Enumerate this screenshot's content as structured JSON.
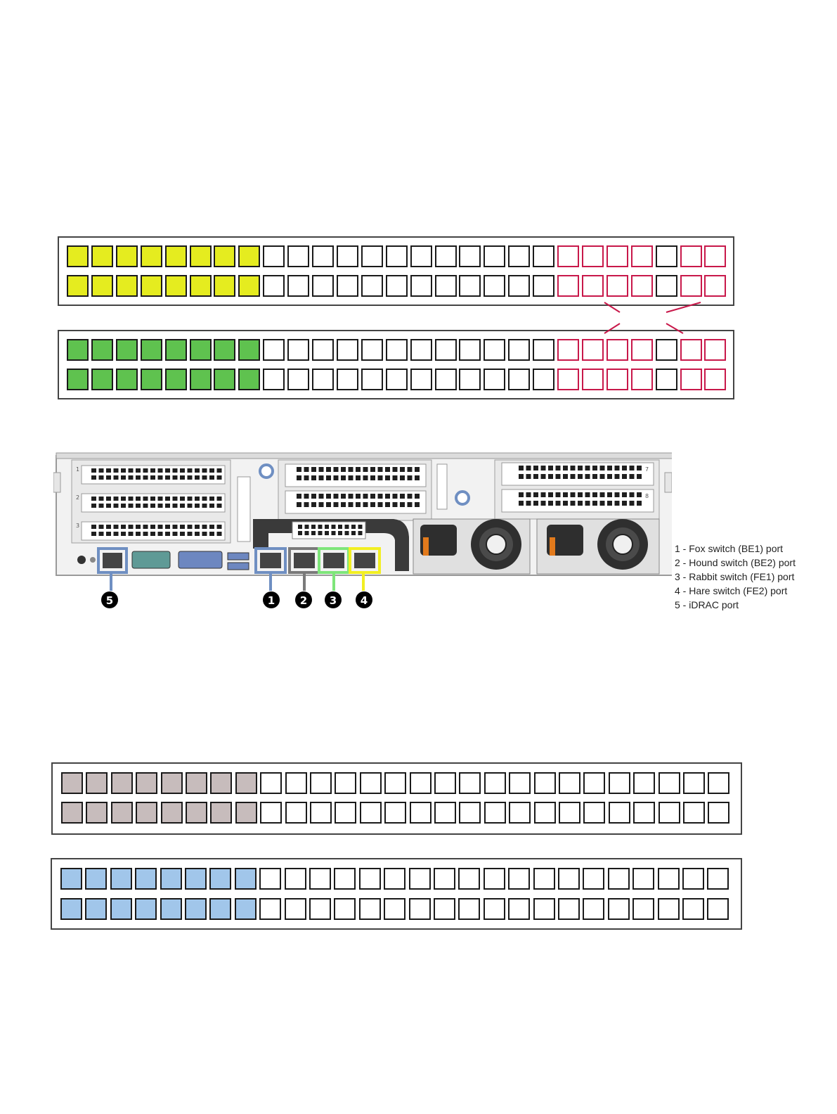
{
  "colors": {
    "fox": "#e5ec1f",
    "hound": "#5fc24f",
    "rabbit": "#c7bcbc",
    "hare": "#a1c6ea",
    "vlt": "#c8184a",
    "port_empty": "#ffffff",
    "callout_1": "#6f8fc2",
    "callout_2": "#7a7a7a",
    "callout_3": "#7ee57a",
    "callout_4": "#f2ef22",
    "callout_5": "#6f8fc2"
  },
  "switches": [
    {
      "id": "fox",
      "ports_per_row": 27,
      "colored": 8,
      "vlt_ports": [
        21,
        22,
        23,
        24,
        26,
        27
      ]
    },
    {
      "id": "hound",
      "ports_per_row": 27,
      "colored": 8,
      "vlt_ports": [
        21,
        22,
        23,
        24,
        26,
        27
      ]
    },
    {
      "id": "rabbit",
      "ports_per_row": 27,
      "colored": 8,
      "vlt_ports": []
    },
    {
      "id": "hare",
      "ports_per_row": 27,
      "colored": 8,
      "vlt_ports": []
    }
  ],
  "server": {
    "callouts": [
      "1",
      "2",
      "3",
      "4",
      "5"
    ],
    "slot_numbers": [
      "1",
      "2",
      "3",
      "7",
      "8"
    ]
  },
  "legend": [
    "1 - Fox switch (BE1) port",
    "2 - Hound switch (BE2) port",
    "3 - Rabbit switch (FE1) port",
    "4 - Hare switch (FE2) port",
    "5 - iDRAC port"
  ]
}
